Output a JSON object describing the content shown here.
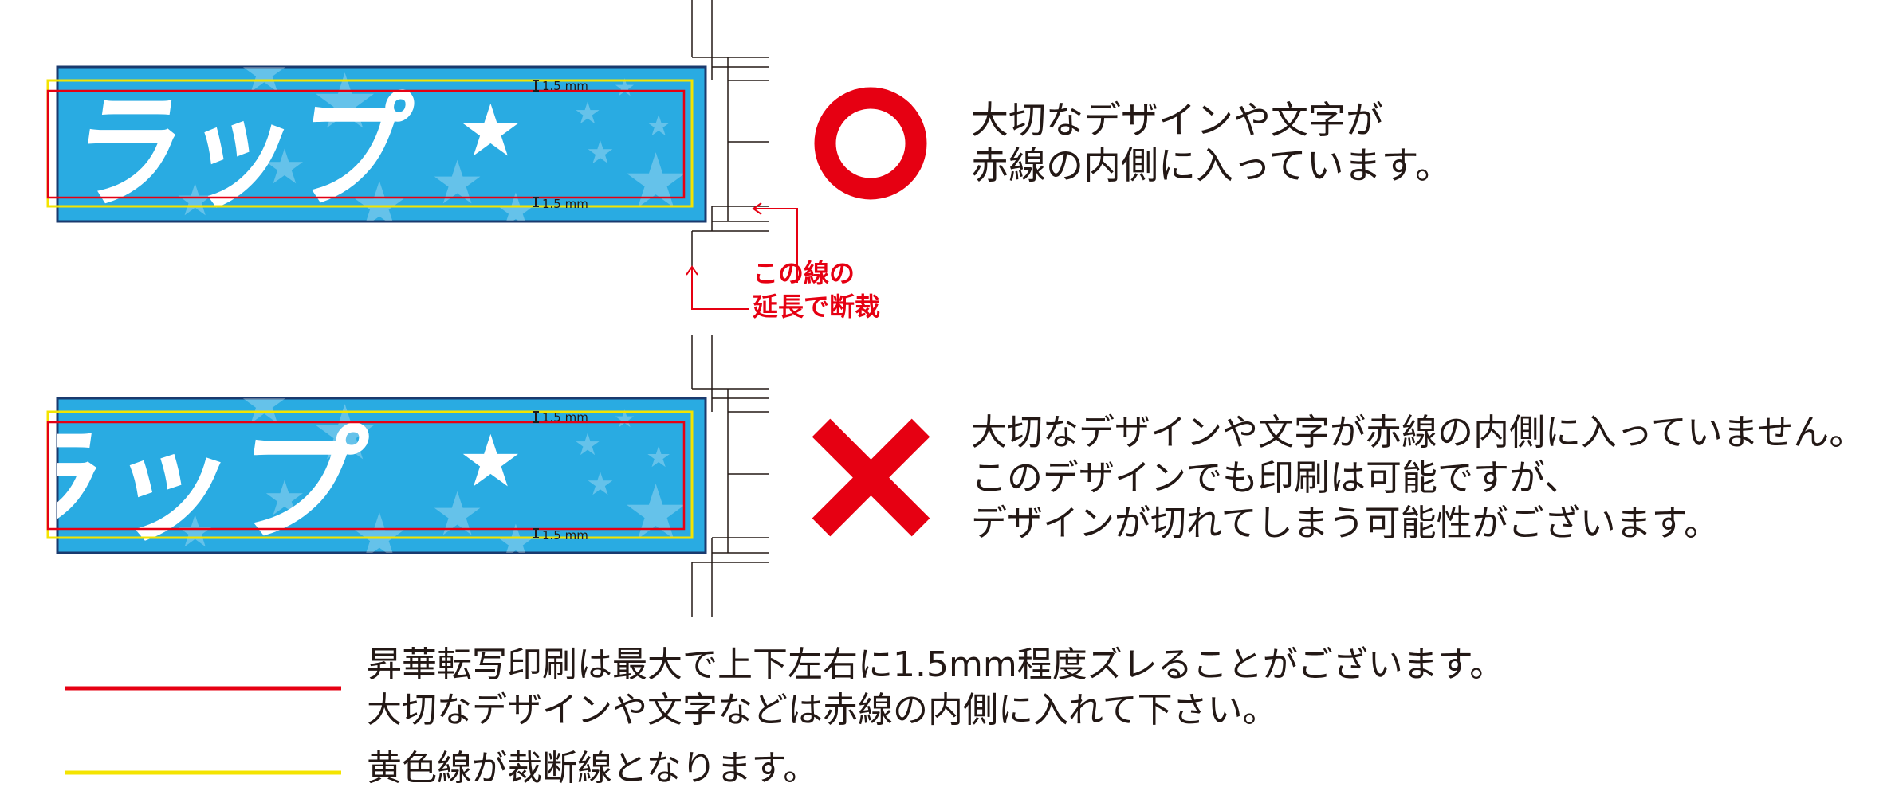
{
  "colors": {
    "banner_fill": "#29abe2",
    "banner_border": "#1a3a6e",
    "safe_line": "#e60012",
    "cut_line": "#f4e400",
    "ok_mark": "#e60012",
    "ng_mark": "#e60012",
    "note_text": "#e60012",
    "text": "#231815"
  },
  "banner": {
    "logo_text": "ラップ",
    "star_glyph": "★",
    "margin_label": "1.5 mm"
  },
  "good_example": {
    "mark": "circle-ok",
    "lines": [
      "大切なデザインや文字が",
      "赤線の内側に入っています。"
    ]
  },
  "bad_example": {
    "mark": "cross-ng",
    "lines": [
      "大切なデザインや文字が赤線の内側に入っていません。",
      "このデザインでも印刷は可能ですが、",
      "デザインが切れてしまう可能性がございます。"
    ]
  },
  "trim_note": {
    "lines": [
      "この線の",
      "延長で断裁"
    ]
  },
  "legend": {
    "red_line": {
      "lines": [
        "昇華転写印刷は最大で上下左右に1.5mm程度ズレることがございます。",
        "大切なデザインや文字などは赤線の内側に入れて下さい。"
      ]
    },
    "yellow_line": {
      "lines": [
        "黄色線が裁断線となります。"
      ]
    }
  }
}
